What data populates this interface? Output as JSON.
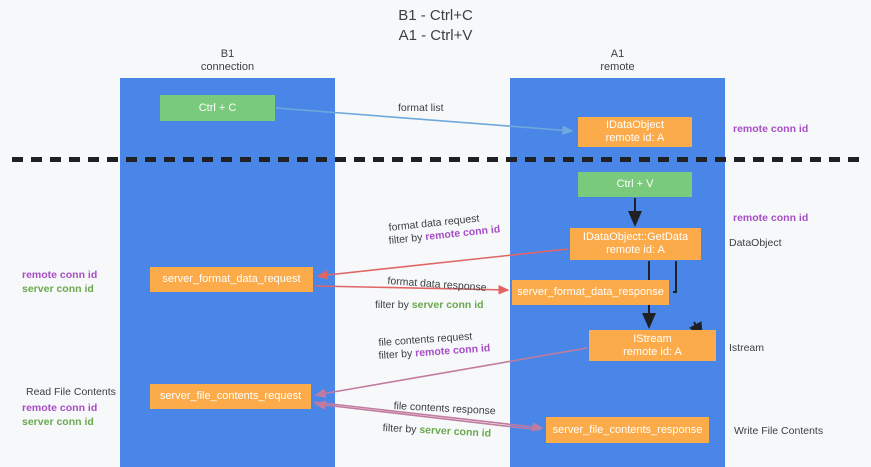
{
  "title": "B1 - Ctrl+C\nA1 - Ctrl+V",
  "lanes": [
    {
      "name": "b1",
      "heading": "B1\nconnection",
      "color": "#4a86e8"
    },
    {
      "name": "a1",
      "heading": "A1\nremote",
      "color": "#4a86e8"
    }
  ],
  "colors": {
    "lane": "#4a86e8",
    "green_node": "#79ca7d",
    "orange_node": "#fbab49",
    "remote_conn_id": "#a64ec7",
    "server_conn_id": "#6aa84f",
    "arrow_format_list": "#6fa8dc",
    "arrow_format_data": "#e06666",
    "arrow_file_contents": "#c27ba0",
    "arrow_black": "#202124",
    "divider": "#202124",
    "background": "#f7f8f9"
  },
  "nodes": {
    "ctrl_c": {
      "line1": "Ctrl + C",
      "line2": "",
      "style": "green"
    },
    "idataobject": {
      "line1": "IDataObject",
      "line2": "remote id: A",
      "style": "orange"
    },
    "ctrl_v": {
      "line1": "Ctrl + V",
      "line2": "",
      "style": "green"
    },
    "getdata": {
      "line1": "IDataObject::GetData",
      "line2": "remote id: A",
      "style": "orange"
    },
    "server_format_data_request": {
      "line1": "server_format_data_request",
      "line2": "",
      "style": "orange"
    },
    "server_format_data_response": {
      "line1": "server_format_data_response",
      "line2": "",
      "style": "orange"
    },
    "istream": {
      "line1": "IStream",
      "line2": "remote id: A",
      "style": "orange"
    },
    "server_file_contents_request": {
      "line1": "server_file_contents_request",
      "line2": "",
      "style": "orange"
    },
    "server_file_contents_response": {
      "line1": "server_file_contents_response",
      "line2": "",
      "style": "orange"
    }
  },
  "edge_labels": {
    "format_list": "format list",
    "format_data_request": "format data request",
    "filter_by_1_prefix": "filter by ",
    "filter_by_1_key": "remote conn id",
    "format_data_response": "format data response",
    "filter_by_2_prefix": "filter by ",
    "filter_by_2_key": "server conn id",
    "file_contents_request": "file contents request",
    "filter_by_3_prefix": "filter by ",
    "filter_by_3_key": "remote conn id",
    "file_contents_response": "file contents response",
    "filter_by_4_prefix": "filter by ",
    "filter_by_4_key": "server conn id"
  },
  "annotations": {
    "right_remote_conn_id_top": "remote conn id",
    "right_remote_conn_id_mid": "remote conn id",
    "right_dataobject": "DataObject",
    "right_istream": "Istream",
    "right_write_file_contents": "Write File Contents",
    "left_remote_conn_id_1": "remote conn id",
    "left_server_conn_id_1": "server conn id",
    "left_read_file_contents": "Read File Contents",
    "left_remote_conn_id_2": "remote conn id",
    "left_server_conn_id_2": "server conn id"
  }
}
